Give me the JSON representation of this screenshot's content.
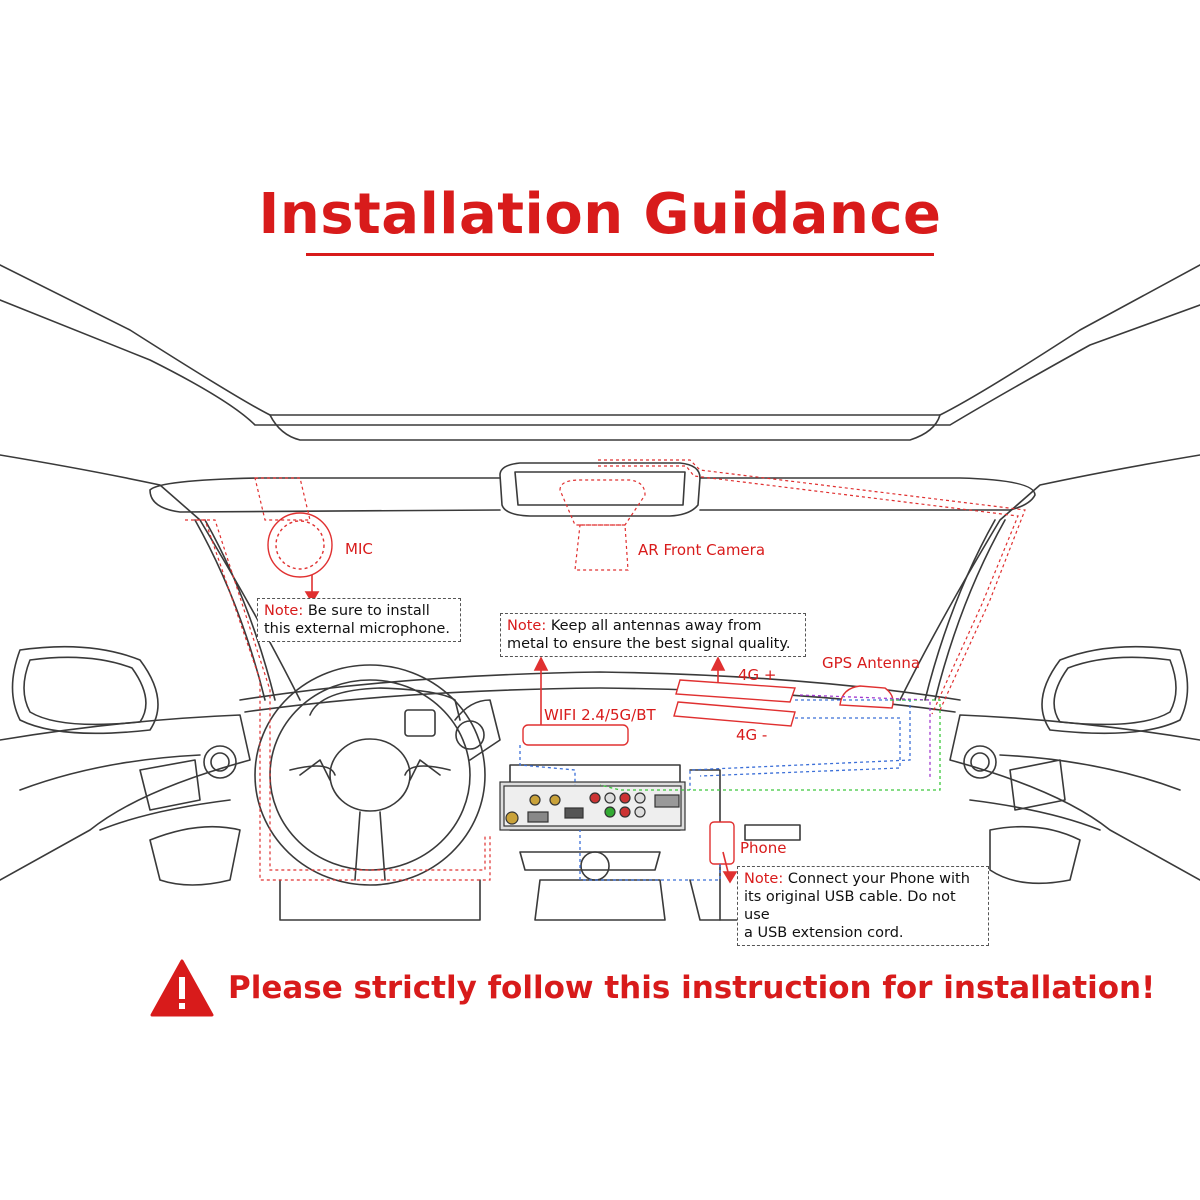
{
  "title": "Installation Guidance",
  "labels": {
    "mic": "MIC",
    "front_camera": "AR Front Camera",
    "gps_antenna": "GPS Antenna",
    "lte_plus": "4G +",
    "lte_minus": "4G -",
    "wifi": "WIFI 2.4/5G/BT",
    "phone": "Phone"
  },
  "notes": {
    "mic": {
      "keyword": "Note:",
      "line1": " Be sure to install",
      "line2": "this external microphone."
    },
    "antennas": {
      "keyword": "Note:",
      "line1": " Keep all antennas away from",
      "line2": "metal to ensure the best signal quality."
    },
    "phone": {
      "keyword": "Note:",
      "line1": " Connect your Phone with",
      "line2": "its original USB cable. Do not use",
      "line3": "a USB extension cord."
    }
  },
  "warning": "Please strictly follow this instruction for installation!",
  "colors": {
    "accent": "#d81b1b",
    "line_art": "#3a3a3a",
    "cable_blue": "#3b6fd8",
    "cable_green": "#3cc83c",
    "cable_purple": "#a23bd0",
    "cable_red": "#e03030"
  },
  "icons": [
    "warning-triangle-icon",
    "arrow-icon"
  ]
}
